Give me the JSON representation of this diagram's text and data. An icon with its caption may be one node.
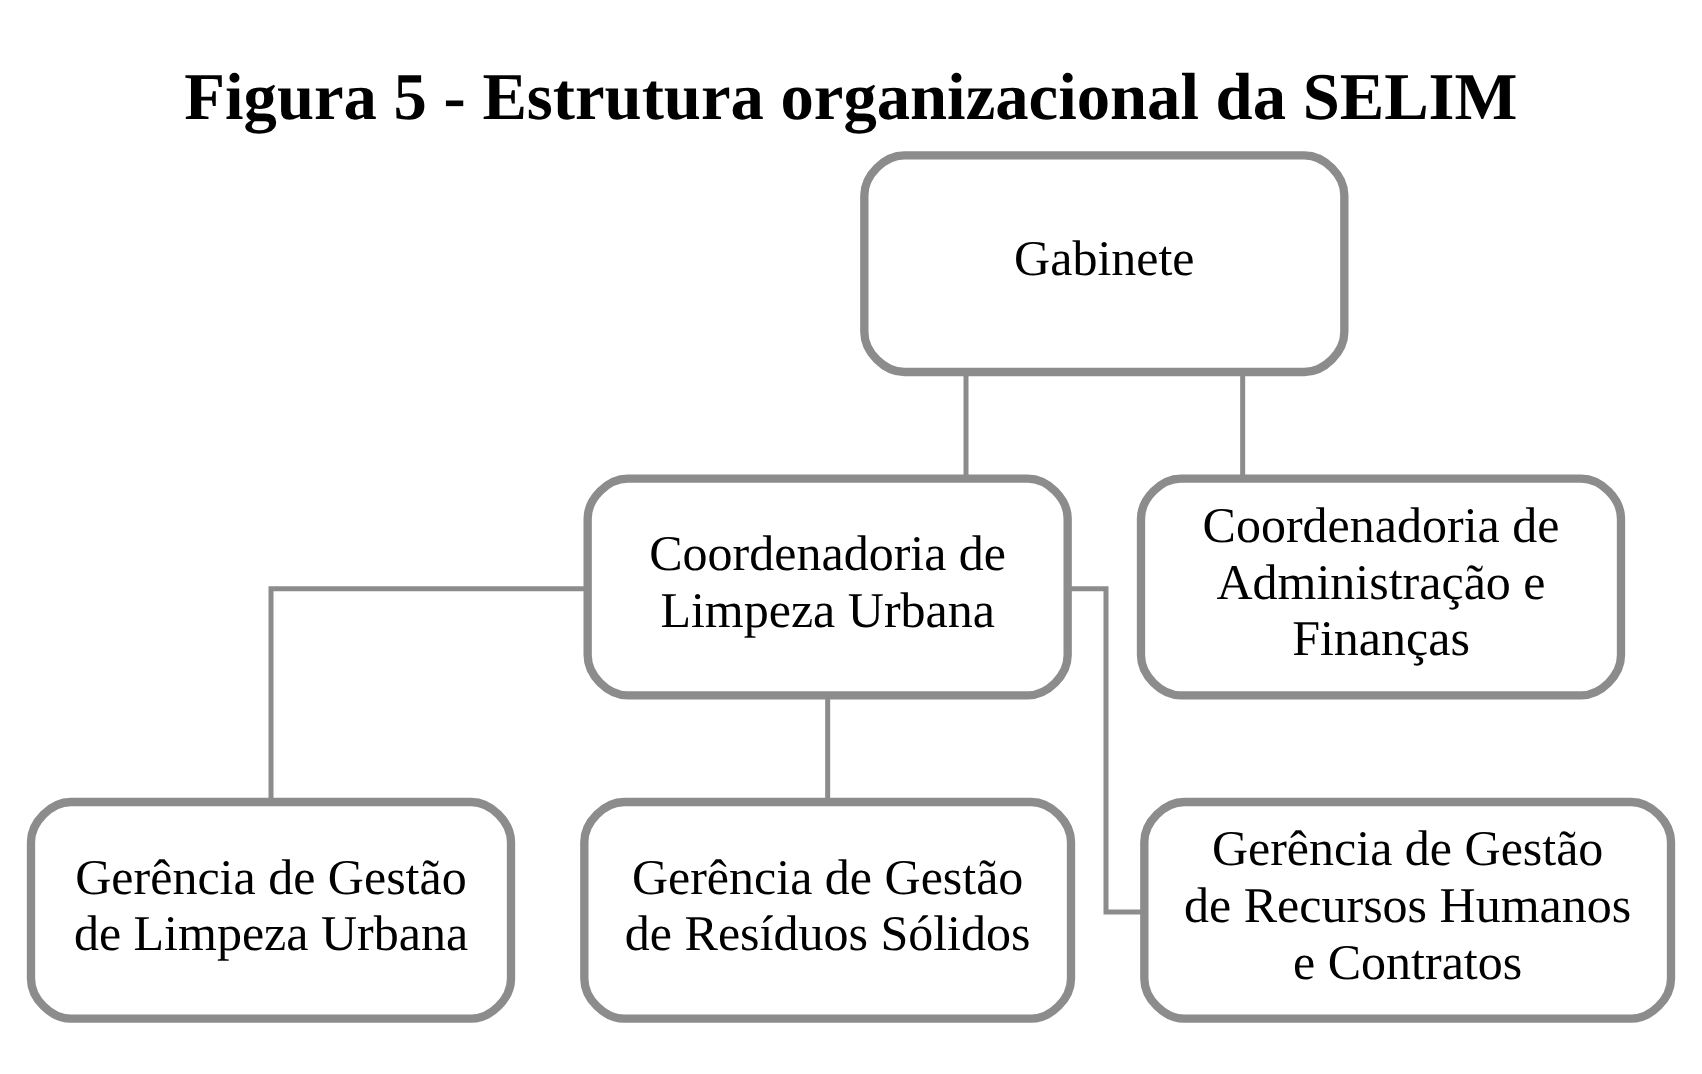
{
  "diagram": {
    "title": "Figura 5 - Estrutura organizacional da SELIM",
    "nodes": [
      {
        "text": [
          "Gabinete"
        ]
      },
      {
        "text": [
          "Coordenadoria de Limpeza Urbana"
        ]
      },
      {
        "text": [
          "Coordenadoria de Administração e Finanças"
        ]
      },
      {
        "text": [
          "Gerência de Gestão de Limpeza Urbana"
        ]
      },
      {
        "text": [
          "Gerência de Gestão de Resíduos Sólidos"
        ]
      },
      {
        "text": [
          "Gerência de Gestão de Recursos Humanos e Contratos"
        ]
      }
    ],
    "edges": [
      {
        "from": 0,
        "to": 1,
        "arrow": "none"
      },
      {
        "from": 0,
        "to": 2,
        "arrow": "none"
      },
      {
        "from": 1,
        "to": 3,
        "arrow": "none"
      },
      {
        "from": 1,
        "to": 4,
        "arrow": "none"
      },
      {
        "from": 1,
        "to": 5,
        "arrow": "none"
      }
    ]
  }
}
